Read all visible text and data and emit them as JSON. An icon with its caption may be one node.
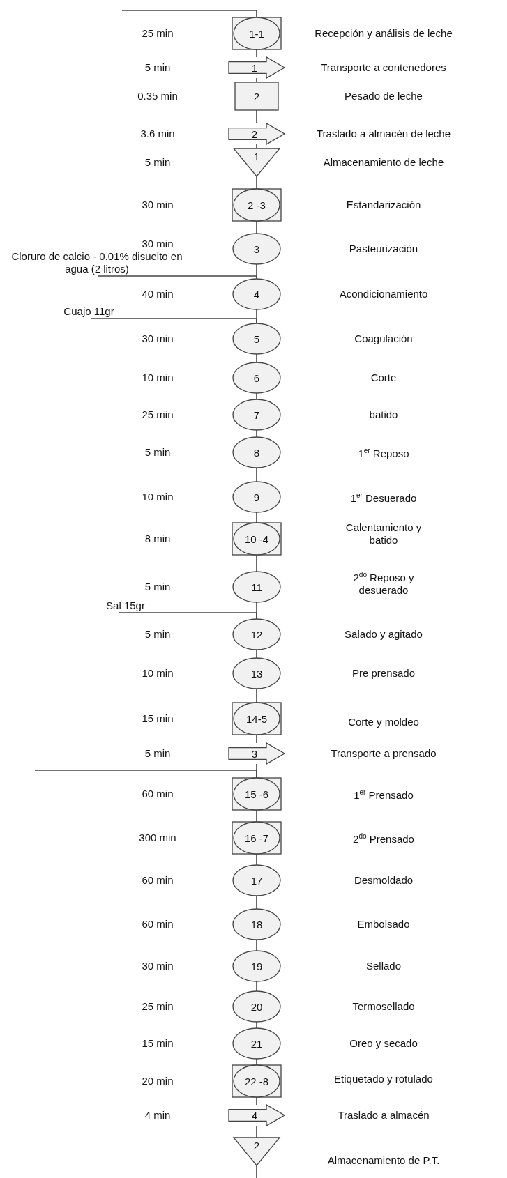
{
  "diagram": {
    "nodes": [
      {
        "text": [
          "1-1"
        ]
      },
      {
        "text": [
          "1"
        ]
      },
      {
        "text": [
          "2"
        ]
      },
      {
        "text": [
          "2"
        ]
      },
      {
        "text": [
          "1"
        ]
      },
      {
        "text": [
          "2 -3"
        ]
      },
      {
        "text": [
          "3"
        ]
      },
      {
        "text": [
          "4"
        ]
      },
      {
        "text": [
          "5"
        ]
      },
      {
        "text": [
          "6"
        ]
      },
      {
        "text": [
          "7"
        ]
      },
      {
        "text": [
          "8"
        ]
      },
      {
        "text": [
          "9"
        ]
      },
      {
        "text": [
          "10 -4"
        ]
      },
      {
        "text": [
          "11"
        ]
      },
      {
        "text": [
          "12"
        ]
      },
      {
        "text": [
          "13"
        ]
      },
      {
        "text": [
          "14-5"
        ]
      },
      {
        "text": [
          "3"
        ]
      },
      {
        "text": [
          "15 -6"
        ]
      },
      {
        "text": [
          "16 -7"
        ]
      },
      {
        "text": [
          "17"
        ]
      },
      {
        "text": [
          "18"
        ]
      },
      {
        "text": [
          "19"
        ]
      },
      {
        "text": [
          "20"
        ]
      },
      {
        "text": [
          "21"
        ]
      },
      {
        "text": [
          "22 -8"
        ]
      },
      {
        "text": [
          "4"
        ]
      },
      {
        "text": [
          "2"
        ]
      }
    ],
    "edges": [
      {
        "from": null,
        "to": 0,
        "arrow": "none"
      },
      {
        "from": 0,
        "to": 1,
        "arrow": "none"
      },
      {
        "from": 1,
        "to": 2,
        "arrow": "none"
      },
      {
        "from": 2,
        "to": 3,
        "arrow": "none"
      },
      {
        "from": 3,
        "to": 4,
        "arrow": "none"
      },
      {
        "from": 4,
        "to": 5,
        "arrow": "none"
      },
      {
        "from": 5,
        "to": 6,
        "arrow": "none"
      },
      {
        "from": 6,
        "to": 7,
        "arrow": "none"
      },
      {
        "from": null,
        "to": 7,
        "arrow": "none",
        "label": "Cloruro de calcio - 0.01% disuelto en agua (2 litros)"
      },
      {
        "from": 7,
        "to": 8,
        "arrow": "none"
      },
      {
        "from": null,
        "to": 8,
        "arrow": "none",
        "label": "Cuajo 11gr"
      },
      {
        "from": 8,
        "to": 9,
        "arrow": "none"
      },
      {
        "from": 9,
        "to": 10,
        "arrow": "none"
      },
      {
        "from": 10,
        "to": 11,
        "arrow": "none"
      },
      {
        "from": 11,
        "to": 12,
        "arrow": "none"
      },
      {
        "from": 12,
        "to": 13,
        "arrow": "none"
      },
      {
        "from": 13,
        "to": 14,
        "arrow": "none"
      },
      {
        "from": 14,
        "to": 15,
        "arrow": "none"
      },
      {
        "from": null,
        "to": 15,
        "arrow": "none",
        "label": "Sal 15gr"
      },
      {
        "from": 15,
        "to": 16,
        "arrow": "none"
      },
      {
        "from": 16,
        "to": 17,
        "arrow": "none"
      },
      {
        "from": 17,
        "to": 18,
        "arrow": "none"
      },
      {
        "from": 18,
        "to": 19,
        "arrow": "none"
      },
      {
        "from": null,
        "to": 19,
        "arrow": "none"
      },
      {
        "from": 19,
        "to": 20,
        "arrow": "none"
      },
      {
        "from": 20,
        "to": 21,
        "arrow": "none"
      },
      {
        "from": 21,
        "to": 22,
        "arrow": "none"
      },
      {
        "from": 22,
        "to": 23,
        "arrow": "none"
      },
      {
        "from": 23,
        "to": 24,
        "arrow": "none"
      },
      {
        "from": 24,
        "to": 25,
        "arrow": "none"
      },
      {
        "from": 25,
        "to": 26,
        "arrow": "none"
      },
      {
        "from": 26,
        "to": 27,
        "arrow": "none"
      },
      {
        "from": 27,
        "to": 28,
        "arrow": "none"
      },
      {
        "from": 28,
        "to": null,
        "arrow": "none"
      }
    ],
    "labels": [
      "25 min",
      "Recepción y análisis de leche",
      "5 min",
      "Transporte a contenedores",
      "0.35 min",
      "Pesado de leche",
      "3.6 min",
      "Traslado a almacén de leche",
      "5 min",
      "Almacenamiento de leche",
      "30 min",
      "Estandarización",
      "30 min",
      "Pasteurización",
      "40 min",
      "Acondicionamiento",
      "30 min",
      "Coagulación",
      "10 min",
      "Corte",
      "25 min",
      "batido",
      "5 min",
      "1$^{er}$ Reposo",
      "10 min",
      "1$^{er}$ Desuerado",
      "8 min",
      "Calentamiento y batido",
      "5 min",
      "2$^{do}$ Reposo y desuerado",
      "5 min",
      "Salado y agitado",
      "10 min",
      "Pre prensado",
      "15 min",
      "Corte y moldeo",
      "5 min",
      "Transporte a prensado",
      "60 min",
      "1$^{er}$ Prensado",
      "300 min",
      "2$^{do}$ Prensado",
      "60 min",
      "Desmoldado",
      "60 min",
      "Embolsado",
      "30 min",
      "Sellado",
      "25 min",
      "Termosellado",
      "15 min",
      "Oreo y secado",
      "20 min",
      "Etiquetado y rotulado",
      "4 min",
      "Traslado a almacén",
      "Almacenamiento de P.T."
    ]
  }
}
